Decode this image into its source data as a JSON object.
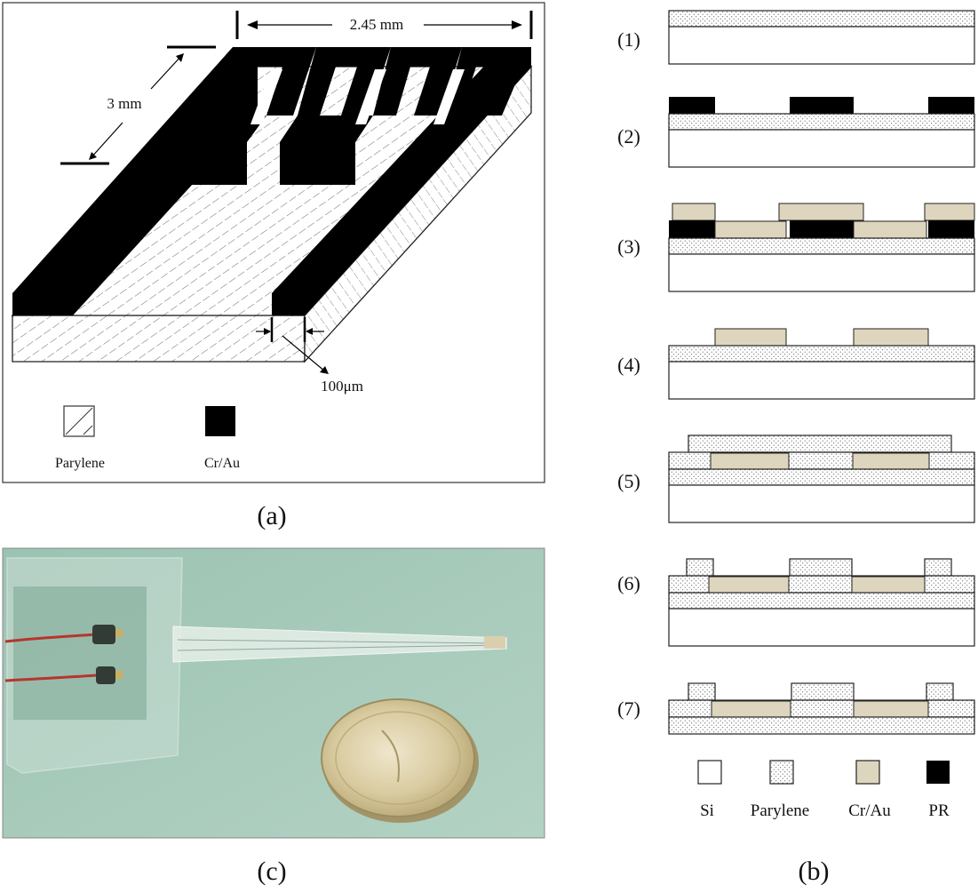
{
  "panel_a": {
    "caption": "(a)",
    "dim_width": "2.45 mm",
    "dim_length": "3 mm",
    "dim_gap": "100μm",
    "legend": [
      {
        "label": "Parylene",
        "icon": "hatched-square-icon"
      },
      {
        "label": "Cr/Au",
        "icon": "black-square-icon"
      }
    ]
  },
  "panel_b": {
    "caption": "(b)",
    "steps": [
      "(1)",
      "(2)",
      "(3)",
      "(4)",
      "(5)",
      "(6)",
      "(7)"
    ],
    "legend": [
      {
        "label": "Si",
        "icon": "white-square-icon"
      },
      {
        "label": "Parylene",
        "icon": "dotted-square-icon"
      },
      {
        "label": "Cr/Au",
        "icon": "tan-square-icon"
      },
      {
        "label": "PR",
        "icon": "black-square-icon"
      }
    ]
  },
  "panel_c": {
    "caption": "(c)"
  },
  "colors": {
    "cr_au": "#ddd5bd",
    "photoresist": "#000000",
    "silicon": "#ffffff",
    "photo_background": "#a9cbbb"
  }
}
